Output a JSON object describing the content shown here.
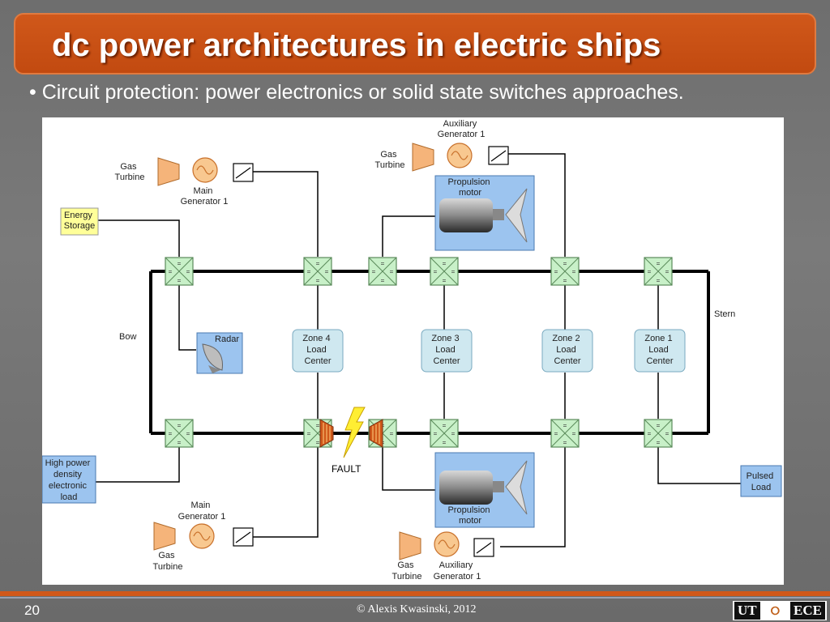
{
  "slide": {
    "title": "dc power architectures in electric ships",
    "bullet": "• Circuit protection: power electronics or solid state switches approaches.",
    "page_number": "20",
    "copyright": "© Alexis Kwasinski, 2012",
    "logo": {
      "left": "UT",
      "right": "ECE"
    }
  },
  "diagram": {
    "gas_turbine_1": [
      "Gas",
      "Turbine"
    ],
    "main_generator_1_top": [
      "Main",
      "Generator 1"
    ],
    "gas_turbine_2": [
      "Gas",
      "Turbine"
    ],
    "aux_generator_1_top": [
      "Auxiliary",
      "Generator 1"
    ],
    "energy_storage": [
      "Energy",
      "Storage"
    ],
    "propulsion_motor_top": [
      "Propulsion",
      "motor"
    ],
    "bow": "Bow",
    "stern": "Stern",
    "radar": "Radar",
    "zone4": [
      "Zone 4",
      "Load",
      "Center"
    ],
    "zone3": [
      "Zone 3",
      "Load",
      "Center"
    ],
    "zone2": [
      "Zone 2",
      "Load",
      "Center"
    ],
    "zone1": [
      "Zone 1",
      "Load",
      "Center"
    ],
    "fault": "FAULT",
    "high_power_load": [
      "High power",
      "density",
      "electronic",
      "load"
    ],
    "pulsed_load": [
      "Pulsed",
      "Load"
    ],
    "main_generator_1_bottom": [
      "Main",
      "Generator 1"
    ],
    "gas_turbine_3": [
      "Gas",
      "Turbine"
    ],
    "propulsion_motor_bottom": [
      "Propulsion",
      "motor"
    ],
    "gas_turbine_4": [
      "Gas",
      "Turbine"
    ],
    "aux_generator_1_bottom": [
      "Auxiliary",
      "Generator 1"
    ]
  },
  "colors": {
    "title_bg": "#c24a10",
    "accent_orange": "#d0581a",
    "switch_fill": "#c8f0c8",
    "zone_fill": "#cfe8f0",
    "blue_box": "#9cc4ef",
    "yellow_box": "#ffff99"
  }
}
